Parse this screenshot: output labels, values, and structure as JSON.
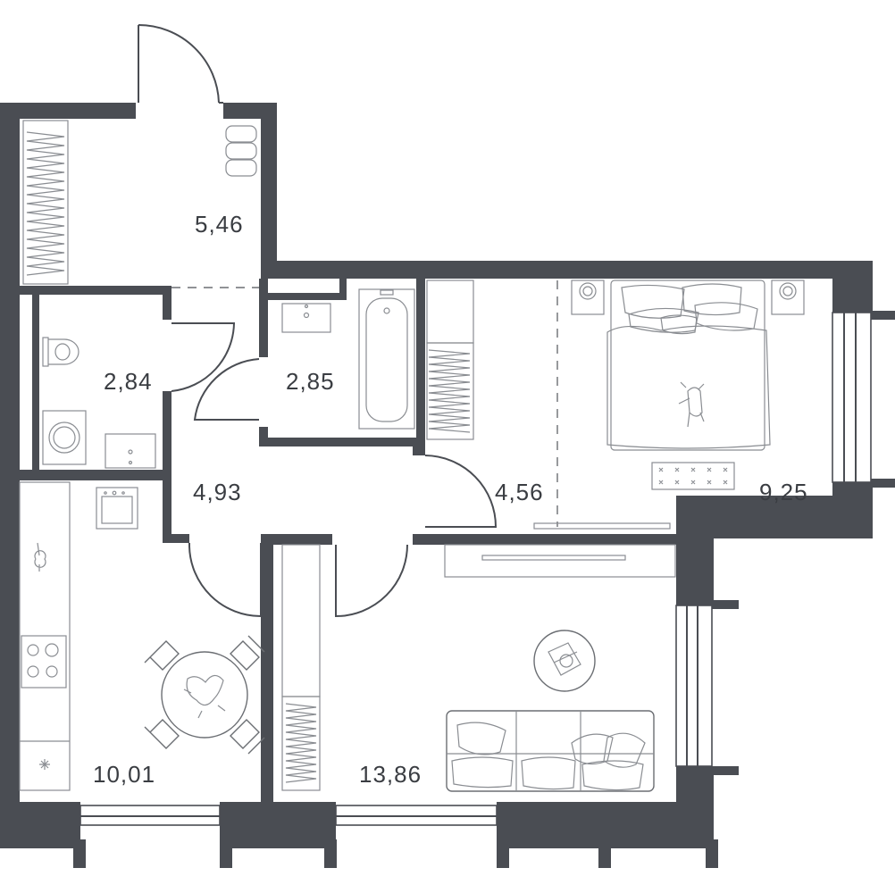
{
  "rooms": {
    "hall": {
      "area": "5,46"
    },
    "toilet": {
      "area": "2,84"
    },
    "bathroom": {
      "area": "2,85"
    },
    "corridor": {
      "area": "4,93"
    },
    "wardrobe": {
      "area": "4,56"
    },
    "bedroom": {
      "area": "9,25"
    },
    "kitchen": {
      "area": "10,01"
    },
    "living": {
      "area": "13,86"
    }
  },
  "colors": {
    "wall": "#4a4d53",
    "furniture": "#8a8d92",
    "background": "#ffffff"
  }
}
